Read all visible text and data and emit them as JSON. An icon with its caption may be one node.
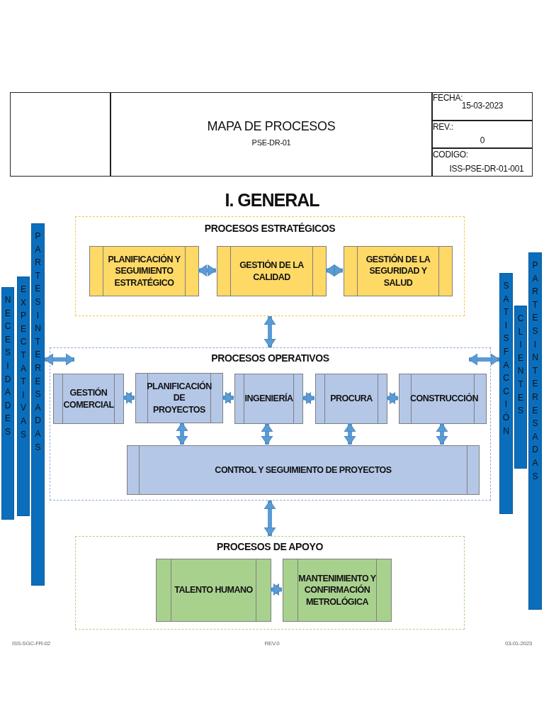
{
  "diagram": {
    "title": "I. GENERAL",
    "nodes": [
      {
        "text": [
          "PROCESOS ESTRATÉGICOS"
        ]
      },
      {
        "text": [
          "PLANIFICACIÓN Y SEGUIMIENTO ESTRATÉGICO"
        ],
        "in": 0
      },
      {
        "text": [
          "GESTIÓN DE LA CALIDAD"
        ],
        "in": 0
      },
      {
        "text": [
          "GESTIÓN DE LA SEGURIDAD Y SALUD"
        ],
        "in": 0
      },
      {
        "text": [
          "PROCESOS OPERATIVOS"
        ]
      },
      {
        "text": [
          "GESTIÓN COMERCIAL"
        ],
        "in": 4
      },
      {
        "text": [
          "PLANIFICACIÓN DE PROYECTOS"
        ],
        "in": 4
      },
      {
        "text": [
          "INGENIERÍA"
        ],
        "in": 4
      },
      {
        "text": [
          "PROCURA"
        ],
        "in": 4
      },
      {
        "text": [
          "CONSTRUCCIÓN"
        ],
        "in": 4
      },
      {
        "text": [
          "CONTROL Y SEGUIMIENTO DE PROYECTOS"
        ],
        "in": 4
      },
      {
        "text": [
          "PROCESOS DE APOYO"
        ]
      },
      {
        "text": [
          "TALENTO HUMANO"
        ],
        "in": 11
      },
      {
        "text": [
          "MANTENIMIENTO Y CONFIRMACIÓN METROLÓGICA"
        ],
        "in": 11
      },
      {
        "text": [
          "NECESIDADES"
        ]
      },
      {
        "text": [
          "EXPECTATIVAS"
        ]
      },
      {
        "text": [
          "PARTES INTERESADAS"
        ]
      },
      {
        "text": [
          "SATISFACCIÓN"
        ]
      },
      {
        "text": [
          "CLIENTES"
        ]
      },
      {
        "text": [
          "PARTES INTERESADAS"
        ]
      }
    ],
    "edges": [
      {
        "from": 1,
        "to": 2,
        "arrow": "both"
      },
      {
        "from": 2,
        "to": 3,
        "arrow": "both"
      },
      {
        "from": 0,
        "to": 4,
        "arrow": "both"
      },
      {
        "from": 16,
        "to": 4,
        "arrow": "both"
      },
      {
        "from": 4,
        "to": 17,
        "arrow": "both"
      },
      {
        "from": 5,
        "to": 6,
        "arrow": "both"
      },
      {
        "from": 6,
        "to": 7,
        "arrow": "both"
      },
      {
        "from": 7,
        "to": 8,
        "arrow": "both"
      },
      {
        "from": 8,
        "to": 9,
        "arrow": "both"
      },
      {
        "from": 6,
        "to": 10,
        "arrow": "both"
      },
      {
        "from": 7,
        "to": 10,
        "arrow": "both"
      },
      {
        "from": 8,
        "to": 10,
        "arrow": "both"
      },
      {
        "from": 9,
        "to": 10,
        "arrow": "both"
      },
      {
        "from": 4,
        "to": 11,
        "arrow": "both"
      },
      {
        "from": 12,
        "to": 13,
        "arrow": "both"
      }
    ],
    "labels": [
      "MAPA DE PROCESOS",
      "PSE-DR-01",
      "FECHA:",
      "15-03-2023",
      "REV.:",
      "0",
      "CODIGO:",
      "ISS-PSE-DR-01-001",
      "ISS-SGC-FR-02",
      "REV.0",
      "03-01-2023"
    ]
  }
}
